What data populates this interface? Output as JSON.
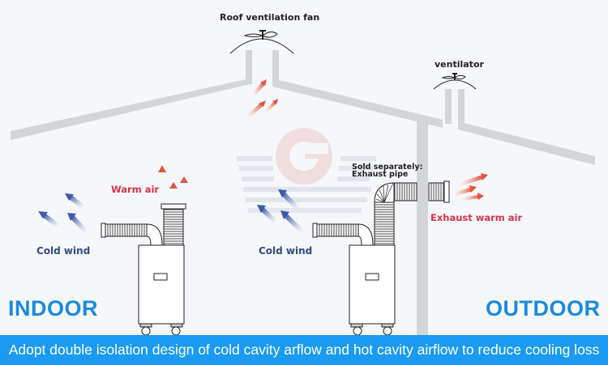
{
  "labels": {
    "roof_fan": "Roof ventilation fan",
    "ventilator": "ventilator",
    "warm_air": "Warm air",
    "cold_wind_left": "Cold wind",
    "cold_wind_center": "Cold wind",
    "sold_separately_line1": "Sold separately:",
    "sold_separately_line2": "Exhaust pipe",
    "exhaust_warm_air": "Exhaust warm air",
    "indoor": "INDOOR",
    "outdoor": "OUTDOOR"
  },
  "footer": {
    "caption": "Adopt double isolation design of cold cavity arflow and hot cavity airflow to reduce cooling loss"
  },
  "colors": {
    "background": "#f6f7fa",
    "roof_wall": "#d4d5d9",
    "warm_arrow": "#e0553e",
    "cold_arrow": "#3c5aa8",
    "footer_bar": "#1a9af0",
    "big_label": "#1a8ae0",
    "red_label": "#d5334a",
    "blue_label": "#2f4b80",
    "logo_red": "#f0dcdc",
    "logo_stripe": "#e2e4ec"
  }
}
